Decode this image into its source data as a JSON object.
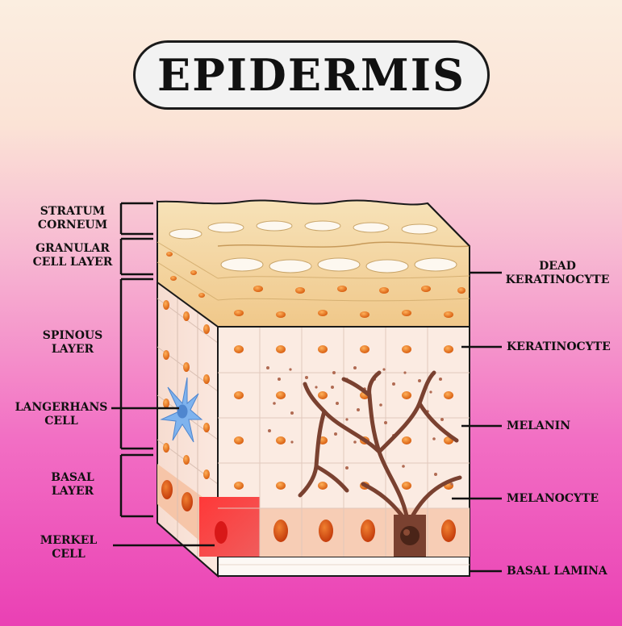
{
  "title": "EPIDERMIS",
  "left_labels": {
    "stratum_corneum": [
      "STRATUM",
      "CORNEUM"
    ],
    "granular": [
      "GRANULAR",
      "CELL LAYER"
    ],
    "spinous": [
      "SPINOUS",
      "LAYER"
    ],
    "langerhans": [
      "LANGERHANS",
      "CELL"
    ],
    "basal": [
      "BASAL",
      "LAYER"
    ],
    "merkel": [
      "MERKEL",
      "CELL"
    ]
  },
  "right_labels": {
    "dead_keratinocyte": [
      "DEAD",
      "KERATINOCYTE"
    ],
    "keratinocyte": "KERATINOCYTE",
    "melanin": "MELANIN",
    "melanocyte": "MELANOCYTE",
    "basal_lamina": "BASAL LAMINA"
  },
  "colors": {
    "nucleus": "#e8741a",
    "cell": "#fbe9de",
    "basal_cell": "#f4c3a6",
    "merkel": "#ee3a3a",
    "melanocyte": "#7a4130",
    "langerhans": "#6fa8e8",
    "outline": "#1a1a1a"
  }
}
